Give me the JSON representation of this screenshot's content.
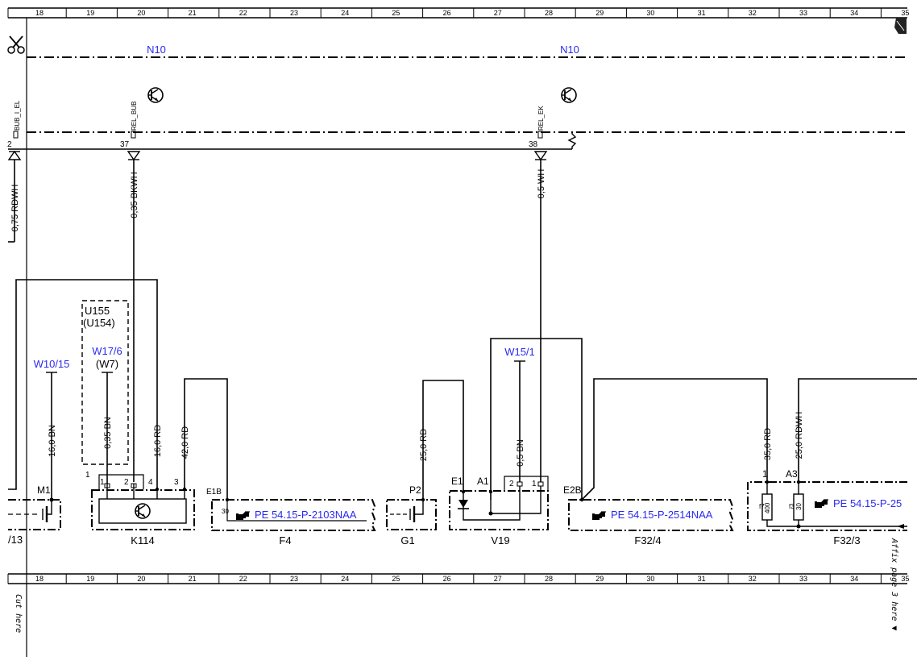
{
  "ruler": {
    "columns": [
      "18",
      "19",
      "20",
      "21",
      "22",
      "23",
      "24",
      "25",
      "26",
      "27",
      "28",
      "29",
      "30",
      "31",
      "32",
      "33",
      "34",
      "35"
    ]
  },
  "headers": {
    "n10_left": "N10",
    "n10_right": "N10"
  },
  "pins": {
    "bub_left": "BUB_I_EL",
    "rel_bub": "REL_BUB",
    "rel_ek": "REL_EK",
    "pin_2": "2",
    "pin_37": "37",
    "pin_38": "38"
  },
  "wires": {
    "w_075_rdwh": "0,75 RDWH",
    "w_035_bkwh": "0,35 BKWH",
    "w_05_wh": "0,5 WH",
    "w_160_bn": "16,0 BN",
    "w_035_bn": "0,35 BN",
    "w_160_rd": "16,0 RD",
    "w_420_rd": "42,0 RD",
    "w_250_rd": "25,0 RD",
    "w_05_bn": "0,5 BN",
    "w_350_rd": "35,0 RD",
    "w_250_rdwh": "25,0 RDWH"
  },
  "refs": {
    "w10_15": "W10/15",
    "w17_6": "W17/6",
    "w7": "(W7)",
    "w15_1": "W15/1",
    "u155": "U155",
    "u154": "(U154)"
  },
  "connectors": {
    "m1": "M1",
    "p2": "P2",
    "e1": "E1",
    "a1": "A1",
    "e2b": "E2B",
    "a3": "A3",
    "e1b": "E1B",
    "n1": "1",
    "n2": "2",
    "n4": "4",
    "n3": "3",
    "n30": "30",
    "n1b": "1",
    "v19_2": "2",
    "v19_1": "1",
    "f7": "f7",
    "f3": "f3",
    "fuse_400": "400",
    "fuse_30": "30"
  },
  "components": {
    "l13": "/13",
    "k114": "K114",
    "f4": "F4",
    "g1": "G1",
    "v19": "V19",
    "f32_4": "F32/4",
    "f32_3": "F32/3"
  },
  "pe_refs": {
    "f4": "PE 54.15-P-2103NAA",
    "f32_4": "PE 54.15-P-2514NAA",
    "f32_3": "PE 54.15-P-25"
  },
  "margin": {
    "cut_here": "Cut here",
    "affix": "Affix page 3 here ▼"
  },
  "colors": {
    "ref_blue": "#2a2af0",
    "line": "#000000"
  }
}
